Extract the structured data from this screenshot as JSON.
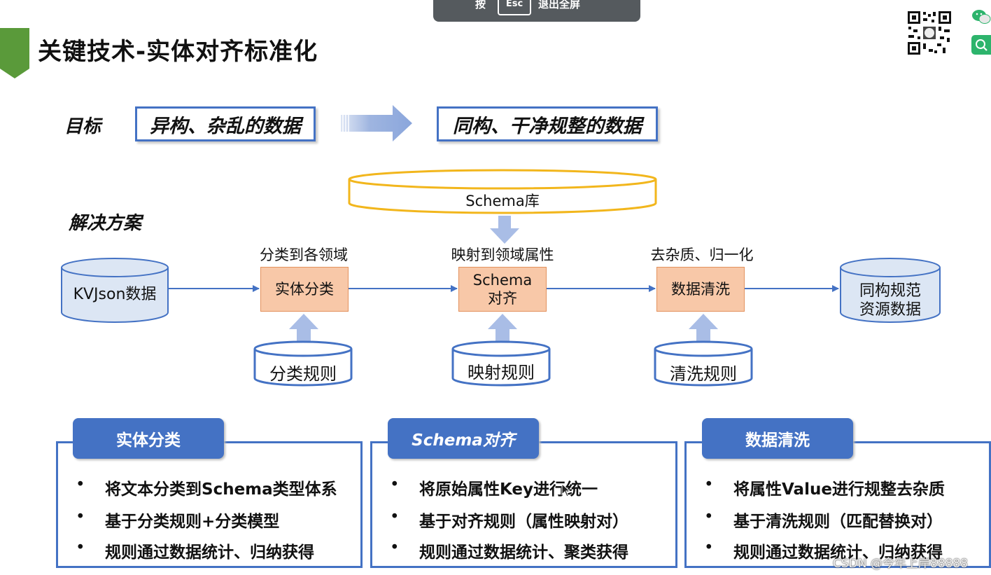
{
  "topbar": {
    "hint_prefix": "按",
    "key": "Esc",
    "hint_suffix": "退出全屏"
  },
  "title": "关键技术-实体对齐标准化",
  "goal": {
    "label": "目标",
    "from": "异构、杂乱的数据",
    "to": "同构、干净规整的数据"
  },
  "solution": {
    "label": "解决方案"
  },
  "schema_store": "Schema库",
  "flow": {
    "source": "KVJson数据",
    "target_line1": "同构规范",
    "target_line2": "资源数据",
    "steps": [
      {
        "label": "分类到各领域",
        "box_line1": "实体分类",
        "box_line2": "",
        "rule": "分类规则"
      },
      {
        "label": "映射到领域属性",
        "box_line1": "Schema",
        "box_line2": "对齐",
        "rule": "映射规则"
      },
      {
        "label": "去杂质、归一化",
        "box_line1": "数据清洗",
        "box_line2": "",
        "rule": "清洗规则"
      }
    ]
  },
  "panels": [
    {
      "title": "实体分类",
      "bullets": [
        "将文本分类到Schema类型体系",
        "基于分类规则+分类模型",
        "规则通过数据统计、归纳获得"
      ]
    },
    {
      "title": "Schema对齐",
      "bullets": [
        "将原始属性Key进行统一",
        "基于对齐规则（属性映射对）",
        "规则通过数据统计、聚类获得"
      ]
    },
    {
      "title": "数据清洗",
      "bullets": [
        "将属性Value进行规整去杂质",
        "基于清洗规则（匹配替换对）",
        "规则通过数据统计、归纳获得"
      ]
    }
  ],
  "bullet_char": "•",
  "watermark": "CSDN @今年上岸88888",
  "colors": {
    "accent_blue": "#4472c4",
    "process_fill": "#f8c8a8",
    "cylinder_fill": "#dce6f4",
    "schema_outline": "#f2b61c",
    "title_flag": "#5a9a3a"
  }
}
